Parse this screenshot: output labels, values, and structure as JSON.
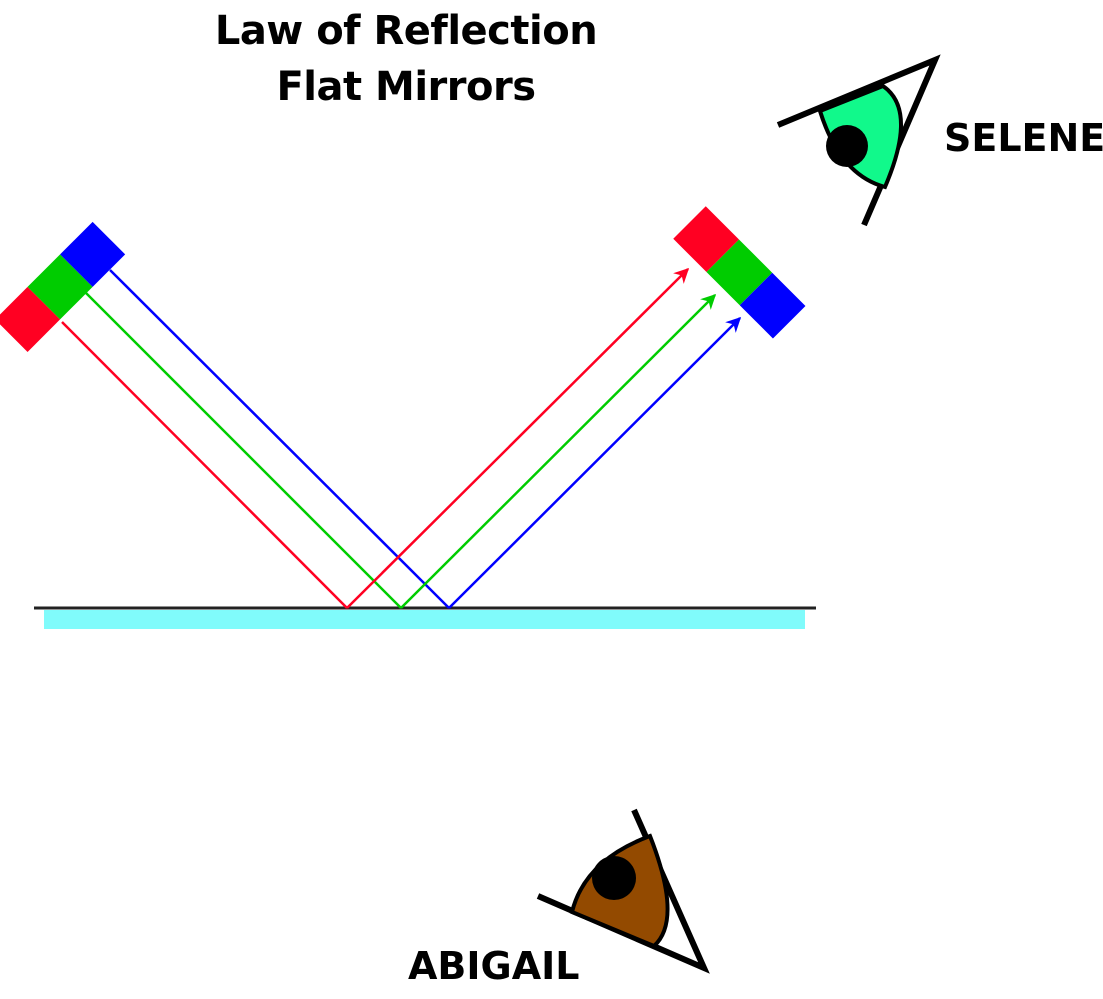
{
  "title": {
    "line1": "Law of Reflection",
    "line2": "Flat Mirrors"
  },
  "observers": {
    "top_right": {
      "name": "SELENE",
      "iris_color": "#11f98b"
    },
    "bottom": {
      "name": "ABIGAIL",
      "iris_color": "#934a00"
    }
  },
  "colors": {
    "red": "#ff0022",
    "green": "#00cc00",
    "blue": "#0000ff",
    "mirror": "#80fbfb",
    "mirror_line": "#222222"
  },
  "icons": [
    "eye-icon",
    "arrowhead-icon"
  ]
}
